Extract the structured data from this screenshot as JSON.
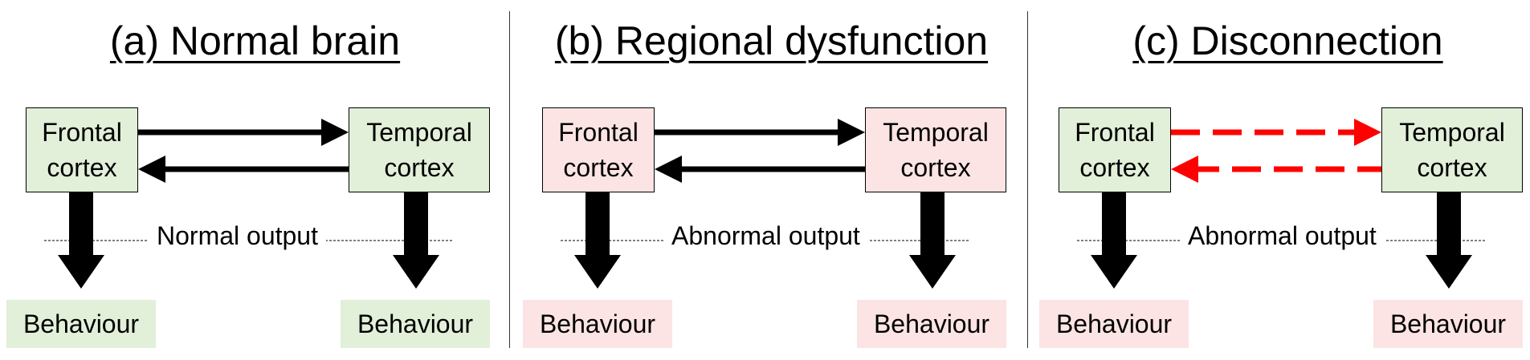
{
  "panels": [
    {
      "title": "(a) Normal brain",
      "left_box": {
        "line1": "Frontal",
        "line2": "cortex"
      },
      "right_box": {
        "line1": "Temporal",
        "line2": "cortex"
      },
      "output_label": "Normal output",
      "left_behaviour": "Behaviour",
      "right_behaviour": "Behaviour",
      "box_fill": "#e2efd9",
      "behaviour_fill": "#e2efd9",
      "connection_color": "#000000",
      "connection_style": "solid"
    },
    {
      "title": "(b) Regional dysfunction",
      "left_box": {
        "line1": "Frontal",
        "line2": "cortex"
      },
      "right_box": {
        "line1": "Temporal",
        "line2": "cortex"
      },
      "output_label": "Abnormal output",
      "left_behaviour": "Behaviour",
      "right_behaviour": "Behaviour",
      "box_fill": "#fce4e4",
      "behaviour_fill": "#fce4e4",
      "connection_color": "#000000",
      "connection_style": "solid"
    },
    {
      "title": "(c) Disconnection",
      "left_box": {
        "line1": "Frontal",
        "line2": "cortex"
      },
      "right_box": {
        "line1": "Temporal",
        "line2": "cortex"
      },
      "output_label": "Abnormal output",
      "left_behaviour": "Behaviour",
      "right_behaviour": "Behaviour",
      "box_fill": "#e2efd9",
      "behaviour_fill": "#fce4e4",
      "connection_color": "#ff0000",
      "connection_style": "dashed"
    }
  ]
}
